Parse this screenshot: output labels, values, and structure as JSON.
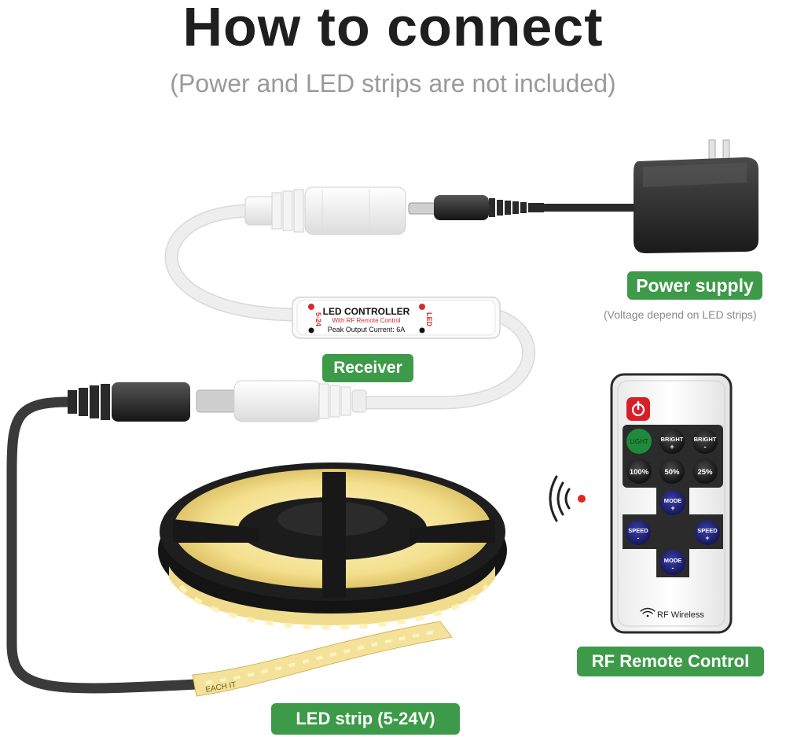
{
  "header": {
    "title": "How to connect",
    "subtitle": "(Power and LED strips are not included)"
  },
  "labels": {
    "power_supply": "Power supply",
    "power_note": "(Voltage depend on LED strips)",
    "receiver": "Receiver",
    "remote": "RF Remote Control",
    "strip": "LED strip (5-24V)"
  },
  "controller": {
    "name": "LED CONTROLLER",
    "sub": "With RF Remote Control",
    "peak": "Peak Output Current: 6A",
    "left_mark": "5-24",
    "right_mark": "LED"
  },
  "remote": {
    "buttons": {
      "light": "LIGHT",
      "bright": "BRIGHT",
      "plus": "+",
      "minus": "-",
      "p100": "100%",
      "p50": "50%",
      "p25": "25%",
      "mode": "MODE",
      "speed": "SPEED"
    },
    "brand": "RF Wireless"
  },
  "strip_print": "EACH IT",
  "colors": {
    "badge_green": "#3d9a49",
    "title": "#1f1f1f",
    "subtitle": "#9a9a9a",
    "cable_white": "#f1f1f1",
    "cable_black": "#3a3a3a",
    "led_glow": "#f6e7a3",
    "power_red": "#d71f28"
  }
}
